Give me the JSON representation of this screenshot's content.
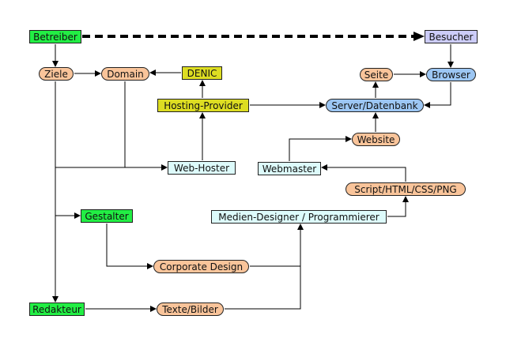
{
  "nodes": {
    "betreiber": {
      "label": "Betreiber",
      "fill": "#22ee44"
    },
    "besucher": {
      "label": "Besucher",
      "fill": "#ccccf8"
    },
    "ziele": {
      "label": "Ziele",
      "fill": "#f9c49a"
    },
    "domain": {
      "label": "Domain",
      "fill": "#f9c49a"
    },
    "denic": {
      "label": "DENIC",
      "fill": "#dddd22"
    },
    "seite": {
      "label": "Seite",
      "fill": "#f9c49a"
    },
    "browser": {
      "label": "Browser",
      "fill": "#9cc6f3"
    },
    "hosting": {
      "label": "Hosting-Provider",
      "fill": "#dddd22"
    },
    "server": {
      "label": "Server/Datenbank",
      "fill": "#9cc6f3"
    },
    "website": {
      "label": "Website",
      "fill": "#f9c49a"
    },
    "webhoster": {
      "label": "Web-Hoster",
      "fill": "#ddfbfb"
    },
    "webmaster": {
      "label": "Webmaster",
      "fill": "#ddfbfb"
    },
    "script": {
      "label": "Script/HTML/CSS/PNG",
      "fill": "#f9c49a"
    },
    "gestalter": {
      "label": "Gestalter",
      "fill": "#22ee44"
    },
    "medien": {
      "label": "Medien-Designer / Programmierer",
      "fill": "#ddfbfb"
    },
    "corporate": {
      "label": "Corporate Design",
      "fill": "#f9c49a"
    },
    "redakteur": {
      "label": "Redakteur",
      "fill": "#22ee44"
    },
    "texte": {
      "label": "Texte/Bilder",
      "fill": "#f9c49a"
    }
  },
  "edges": [
    {
      "from": "betreiber",
      "to": "besucher",
      "style": "dashed"
    },
    {
      "from": "betreiber",
      "to": "ziele"
    },
    {
      "from": "ziele",
      "to": "domain"
    },
    {
      "from": "denic",
      "to": "domain"
    },
    {
      "from": "hosting",
      "to": "denic"
    },
    {
      "from": "hosting",
      "to": "server"
    },
    {
      "from": "besucher",
      "to": "browser"
    },
    {
      "from": "seite",
      "to": "browser"
    },
    {
      "from": "browser",
      "to": "server"
    },
    {
      "from": "server",
      "to": "seite"
    },
    {
      "from": "website",
      "to": "server"
    },
    {
      "from": "webmaster",
      "to": "website"
    },
    {
      "from": "script",
      "to": "webmaster"
    },
    {
      "from": "medien",
      "to": "script"
    },
    {
      "from": "ziele",
      "to": "webhoster"
    },
    {
      "from": "domain",
      "to": "webhoster"
    },
    {
      "from": "webhoster",
      "to": "hosting"
    },
    {
      "from": "ziele",
      "to": "gestalter"
    },
    {
      "from": "ziele",
      "to": "redakteur"
    },
    {
      "from": "gestalter",
      "to": "corporate"
    },
    {
      "from": "redakteur",
      "to": "texte"
    },
    {
      "from": "corporate",
      "to": "medien"
    },
    {
      "from": "texte",
      "to": "medien"
    }
  ]
}
